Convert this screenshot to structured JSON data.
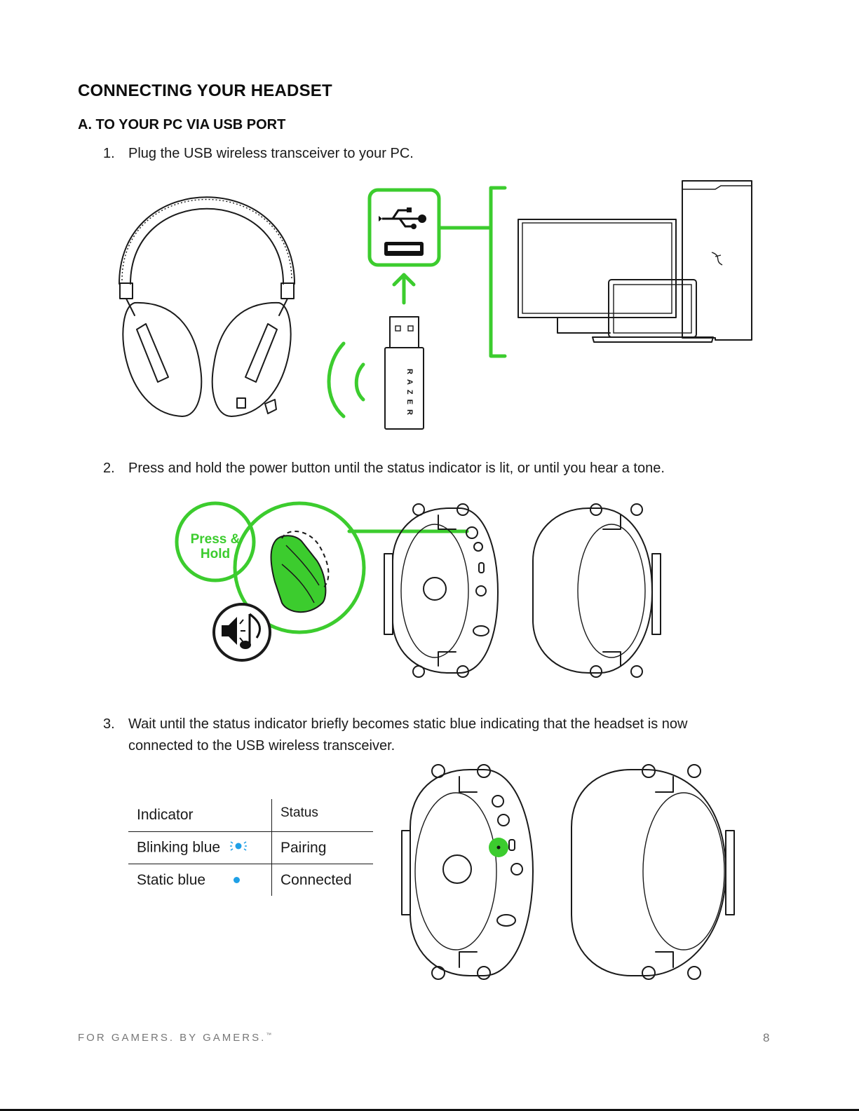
{
  "title": "CONNECTING YOUR HEADSET",
  "subtitle": "A. TO YOUR PC VIA USB PORT",
  "steps": [
    {
      "num": "1.",
      "text": "Plug the USB wireless transceiver to your PC."
    },
    {
      "num": "2.",
      "text": "Press and hold the power button until the status indicator is lit, or until you hear a tone."
    },
    {
      "num": "3.",
      "text_line1": "Wait until the status indicator briefly becomes static blue indicating that the headset is now",
      "text_line2": "connected to the USB wireless transceiver."
    }
  ],
  "figure2": {
    "press_line1": "Press &",
    "press_line2": "Hold"
  },
  "dongle_brand": "RAZER",
  "table": {
    "header": {
      "indicator": "Indicator",
      "status": "Status"
    },
    "rows": [
      {
        "indicator": "Blinking blue",
        "status": "Pairing",
        "led": "blinking"
      },
      {
        "indicator": "Static blue",
        "status": "Connected",
        "led": "static"
      }
    ]
  },
  "colors": {
    "accent_green": "#3ccc2e",
    "led_blue": "#1fa0e6"
  },
  "footer": {
    "tagline": "FOR GAMERS. BY GAMERS.",
    "tm": "™",
    "page_number": "8"
  }
}
